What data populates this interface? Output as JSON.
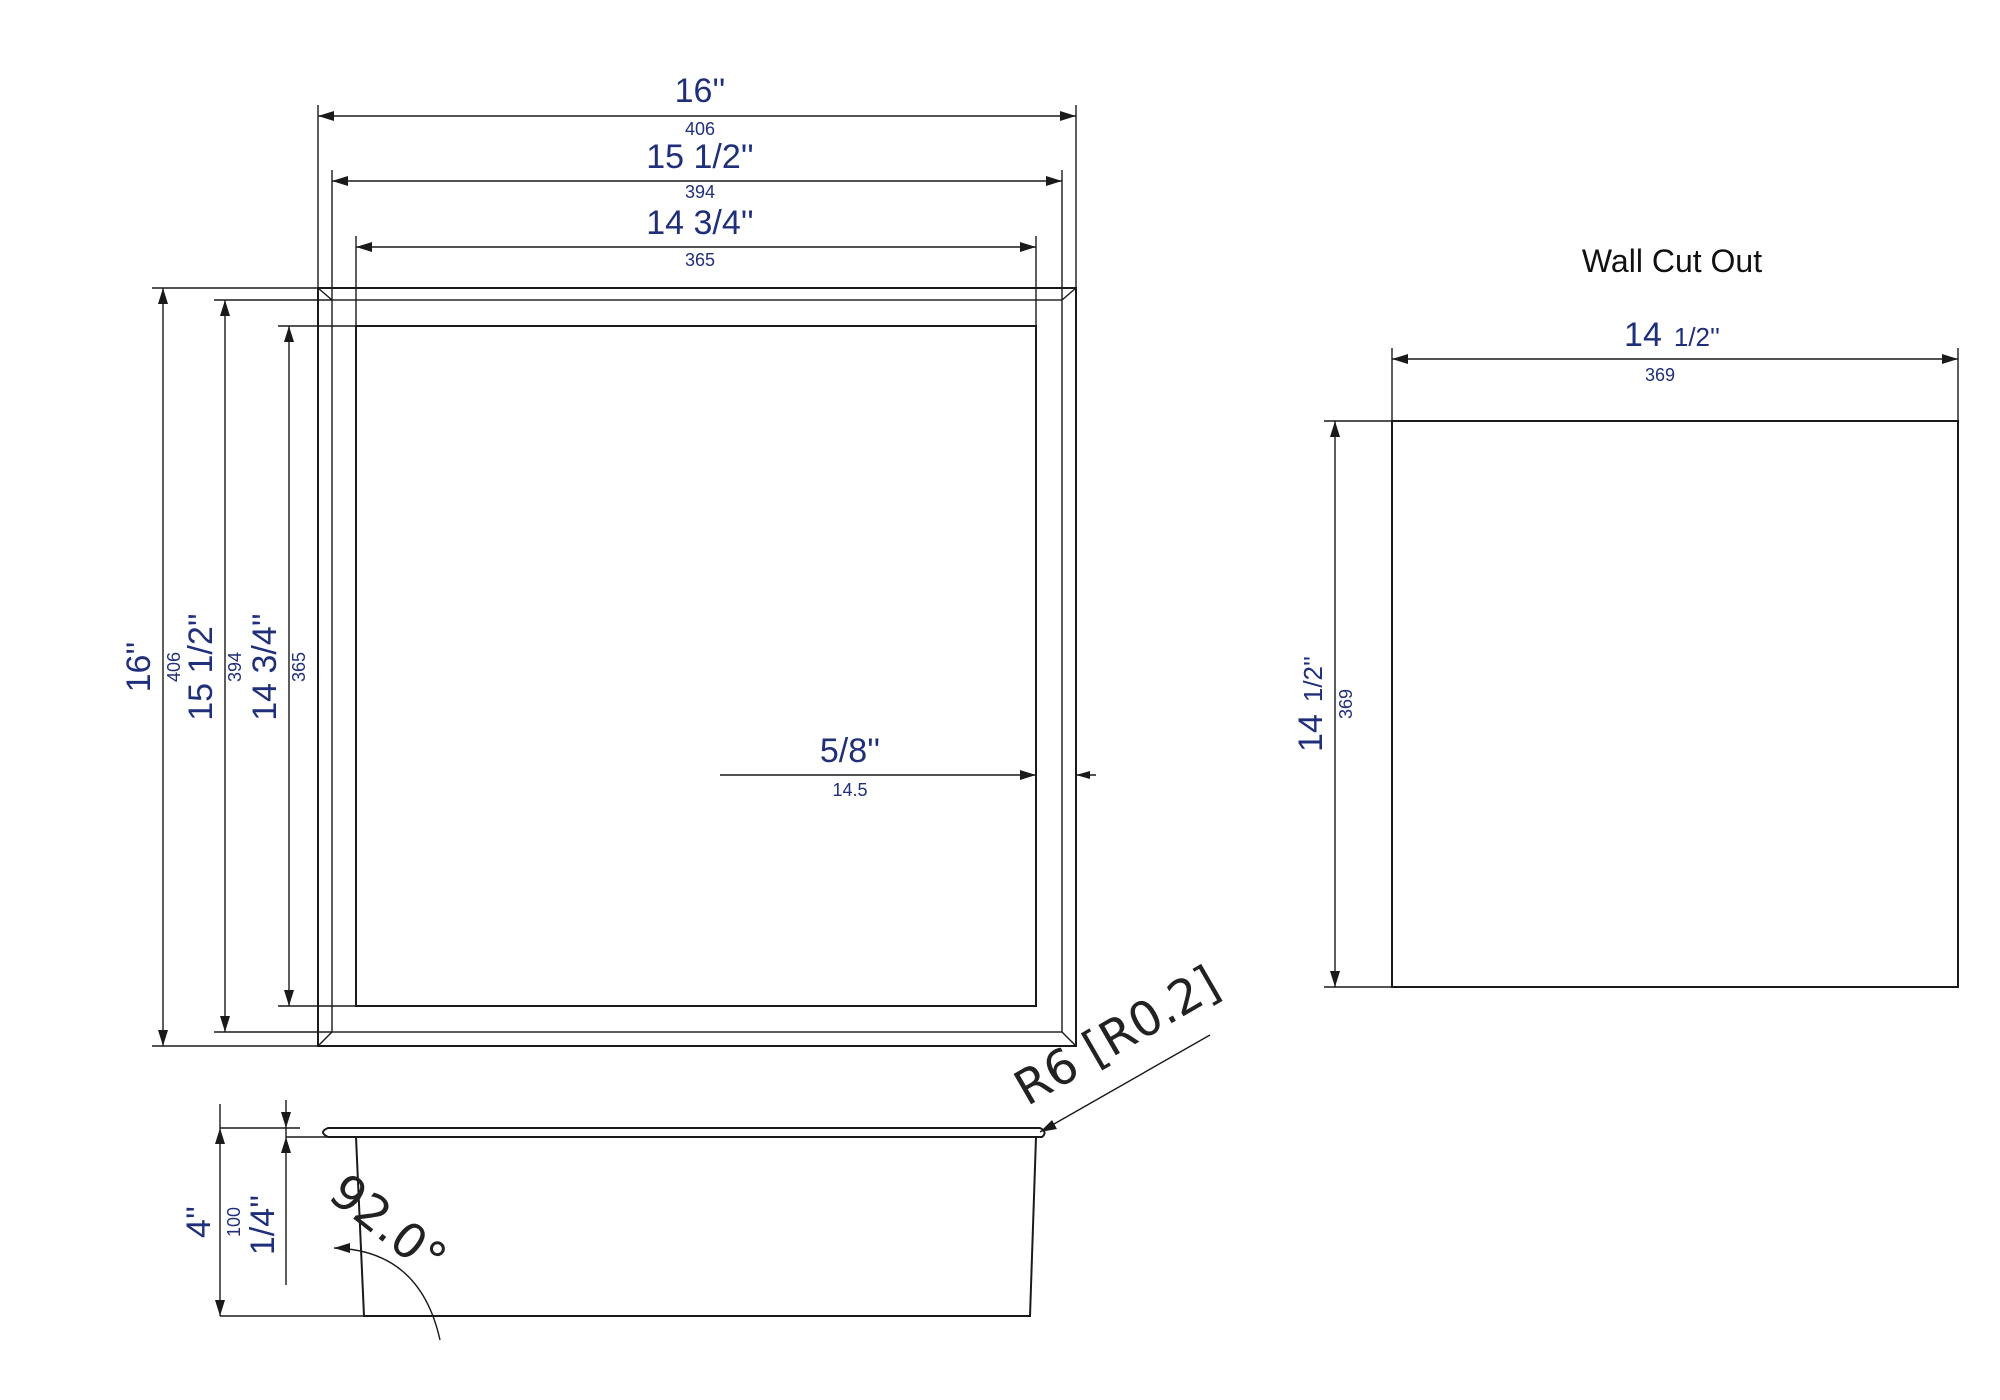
{
  "front_view": {
    "width_outer": {
      "imperial": "16''",
      "metric": "406"
    },
    "width_mid": {
      "imperial": "15 1/2''",
      "metric": "394"
    },
    "width_inner": {
      "imperial": "14 3/4''",
      "metric": "365"
    },
    "height_outer": {
      "imperial": "16''",
      "metric": "406"
    },
    "height_mid": {
      "imperial": "15 1/2''",
      "metric": "394"
    },
    "height_inner": {
      "imperial": "14 3/4''",
      "metric": "365"
    },
    "flange": {
      "imperial": "5/8''",
      "metric": "14.5"
    }
  },
  "side_view": {
    "depth": {
      "imperial": "4''",
      "metric": "100"
    },
    "flange_thickness": {
      "imperial": "1/4''"
    },
    "angle": "92.0°",
    "radius": "R6 [R0.2]"
  },
  "wall_cut_out": {
    "title": "Wall Cut Out",
    "width": {
      "whole": "14",
      "fraction": "1/2''",
      "metric": "369"
    },
    "height": {
      "whole": "14",
      "fraction": "1/2''",
      "metric": "369"
    }
  }
}
